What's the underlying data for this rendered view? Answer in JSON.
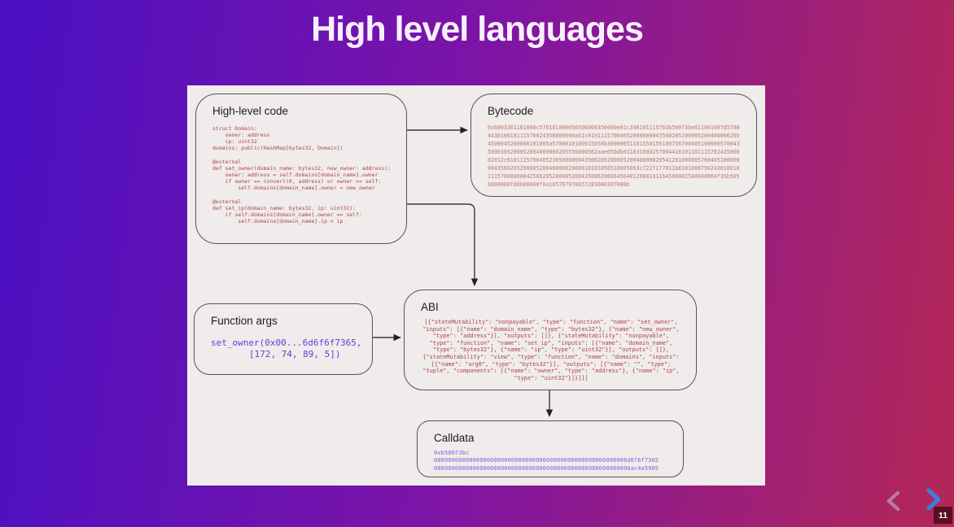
{
  "slide": {
    "title": "High level languages",
    "page_number": "11"
  },
  "diagram": {
    "high_level_code": {
      "title": "High-level code",
      "code": "struct Domain:\n    owner: address\n    ip: uint32\ndomains: public(HashMap[bytes32, Domain])\n\n@external\ndef set_owner(domain_name: bytes32, new_owner: address):\n    owner: address = self.domains[domain_name].owner\n    if owner == convert(0, address) or owner == self:\n        self.domains[domain_name].owner = new_owner\n\n@external\ndef set_ip(domain_name: bytes32, ip: uint32):\n    if self.domains[domain_name].owner == self:\n        self.domains[domain_name].ip = ip"
    },
    "bytecode": {
      "title": "Bytecode",
      "hex": "0x6003361161000c576101006056506000356060e01c346101115763b500f3be611001007d5780443010018111570024358000600a61c010111570040520006000435002052000052004000002054500045200000101005a5700010100015056b300000511015501561007567004051000005700435000305200052064000000205556000562aae056db01103100d25700441610110111570243500002012c01011157004052305000000435002052000052004000002054120100000570040510000000435602052000052004000002000010101050510005063c722f177011b818100879024301001011157000000042506205200005200435006200064504012000101164500002500040004f35b505b000000fd0b00000f0a165767970657283000307000b"
    },
    "function_args": {
      "title": "Function args",
      "call": "set_owner(0x00...6d6f6f7365,\n    [172, 74, 89, 5])"
    },
    "abi": {
      "title": "ABI",
      "json": "[{\"stateMutability\": \"nonpayable\", \"type\": \"function\", \"name\": \"set_owner\", \"inputs\": [{\"name\": \"domain_name\", \"type\": \"bytes32\"}, {\"name\": \"new_owner\", \"type\": \"address\"}], \"outputs\": []}, {\"stateMutability\": \"nonpayable\", \"type\": \"function\", \"name\": \"set_ip\", \"inputs\": [{\"name\": \"domain_name\", \"type\": \"bytes32\"}, {\"name\": \"ip\", \"type\": \"uint32\"}], \"outputs\": []}, {\"stateMutability\": \"view\", \"type\": \"function\", \"name\": \"domains\", \"inputs\": [{\"name\": \"arg0\", \"type\": \"bytes32\"}], \"outputs\": [{\"name\": \"\", \"type\": \"tuple\", \"components\": [{\"name\": \"owner\", \"type\": \"address\"}, {\"name\": \"ip\", \"type\": \"uint32\"}]}]}]"
    },
    "calldata": {
      "title": "Calldata",
      "hex": "0xb500f3bc\n0000000000000000000000000000000000000000000000000000006d6f6f7365\n00000000000000000000000000000000000000000000000000000000ac4a5905"
    }
  },
  "colors": {
    "background_left": "#4a10c3",
    "background_right": "#b42757",
    "panel": "#efeceb",
    "code_red": "#b0404f",
    "bytecode_red": "#c3736b",
    "args_purple": "#6b39d6",
    "calldata_purple": "#8a5cd9",
    "next_arrow_blue": "#3b7ee6",
    "badge_maroon": "#5a0f20"
  }
}
